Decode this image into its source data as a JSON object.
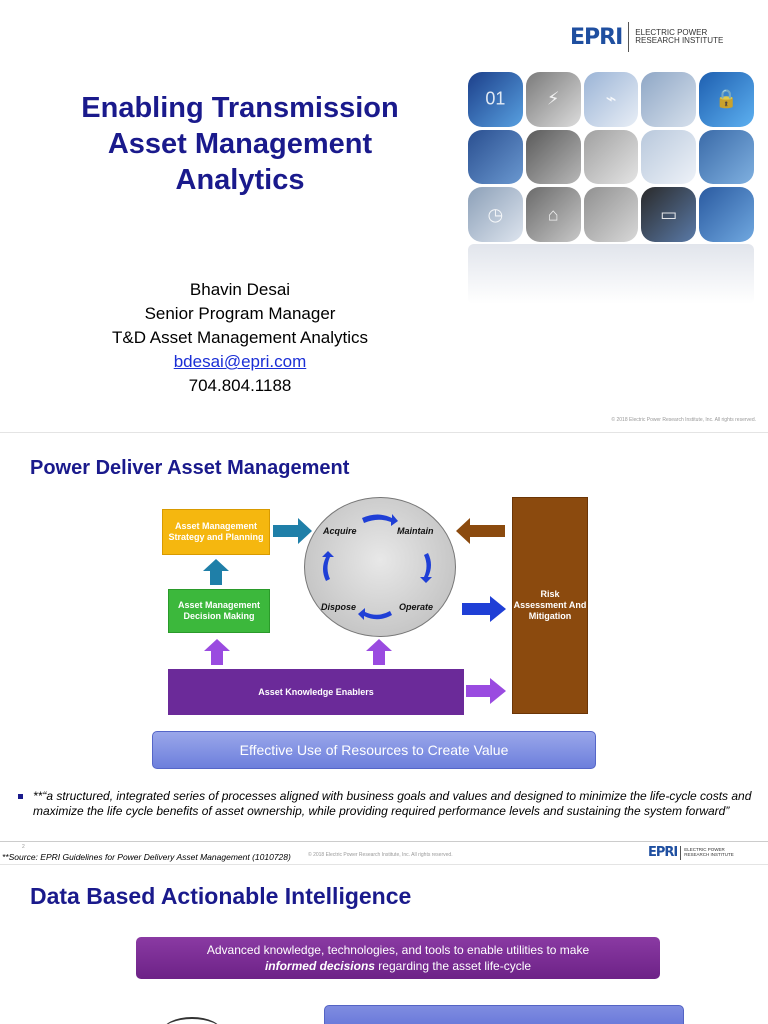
{
  "logo": {
    "mark": "EPRI",
    "line1": "Electric Power",
    "line2": "Research Institute"
  },
  "slide1": {
    "title": [
      "Enabling Transmission",
      "Asset Management",
      "Analytics"
    ],
    "presenter": {
      "name": "Bhavin Desai",
      "role": "Senior Program Manager",
      "group": "T&D Asset Management Analytics",
      "email": "bdesai@epri.com",
      "phone": "704.804.1188"
    },
    "copyright": "© 2018 Electric Power Research Institute, Inc. All rights reserved.",
    "collage_icons": [
      "binary-code-icon",
      "transmission-tower-icon",
      "power-lines-icon",
      "lock-icon",
      "meter-icon",
      "substation-icon",
      "tablet-icon"
    ]
  },
  "slide2": {
    "title": "Power Deliver Asset Management",
    "strategy_label": "Asset Management Strategy and Planning",
    "decision_label": "Asset Management Decision Making",
    "knowledge_label": "Asset Knowledge Enablers",
    "risk_label": "Risk Assessment And Mitigation",
    "phases": {
      "acquire": "Acquire",
      "maintain": "Maintain",
      "operate": "Operate",
      "dispose": "Dispose"
    },
    "banner": "Effective Use of Resources to Create Value",
    "bullet": "**“a structured, integrated series of processes aligned with business goals and values and designed to minimize the life-cycle costs and maximize the life cycle benefits of asset ownership, while providing required performance levels and sustaining the system forward”",
    "page_number": "2",
    "source": "**Source: EPRI Guidelines for Power Delivery Asset Management (1010728)",
    "copyright": "© 2018 Electric Power Research Institute, Inc. All rights reserved.",
    "colors": {
      "strategy": "#f5b70f",
      "decision": "#3cb83c",
      "knowledge": "#6b2a99",
      "risk": "#8b4a0e",
      "teal_arrow": "#1f7fa8",
      "blue_arrow": "#1f3fd6",
      "violet_arrow": "#9a4be0"
    }
  },
  "slide3": {
    "title": "Data Based Actionable Intelligence",
    "box_line1": "Advanced knowledge, technologies, and tools to enable utilities to make",
    "box_emph": "informed decisions",
    "box_rest": " regarding the asset life-cycle"
  }
}
